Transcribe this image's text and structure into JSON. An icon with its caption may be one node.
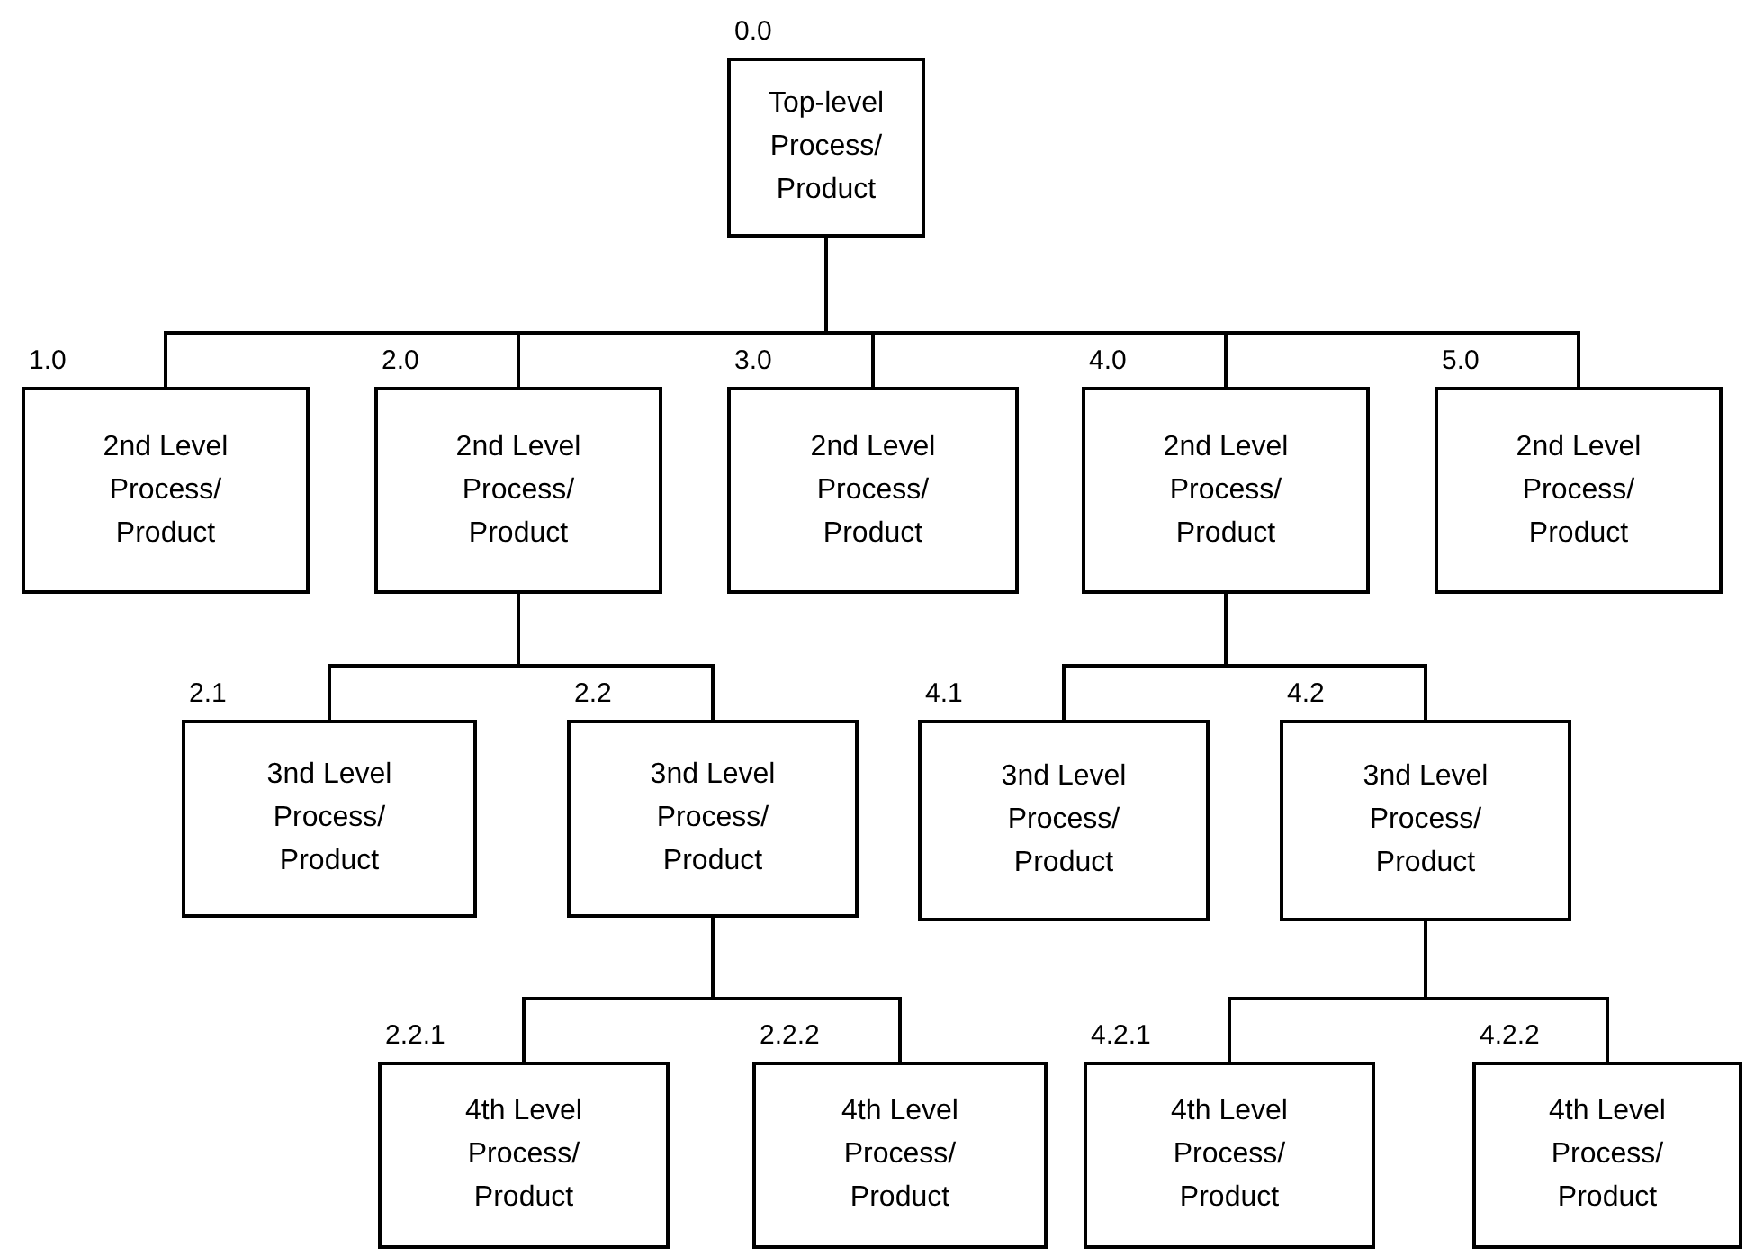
{
  "diagram": {
    "nodes": [
      {
        "text": [
          "Top-level Process/ Product"
        ],
        "beside": [
          "0.0"
        ]
      },
      {
        "text": [
          "2nd Level Process/ Product"
        ],
        "beside": [
          "1.0"
        ]
      },
      {
        "text": [
          "2nd Level Process/ Product"
        ],
        "beside": [
          "2.0"
        ]
      },
      {
        "text": [
          "2nd Level Process/ Product"
        ],
        "beside": [
          "3.0"
        ]
      },
      {
        "text": [
          "2nd Level Process/ Product"
        ],
        "beside": [
          "4.0"
        ]
      },
      {
        "text": [
          "2nd Level Process/ Product"
        ],
        "beside": [
          "5.0"
        ]
      },
      {
        "text": [
          "3nd Level Process/ Product"
        ],
        "beside": [
          "2.1"
        ]
      },
      {
        "text": [
          "3nd Level Process/ Product"
        ],
        "beside": [
          "2.2"
        ]
      },
      {
        "text": [
          "3nd Level Process/ Product"
        ],
        "beside": [
          "4.1"
        ]
      },
      {
        "text": [
          "3nd Level Process/ Product"
        ],
        "beside": [
          "4.2"
        ]
      },
      {
        "text": [
          "4th Level Process/ Product"
        ],
        "beside": [
          "2.2.1"
        ]
      },
      {
        "text": [
          "4th Level Process/ Product"
        ],
        "beside": [
          "2.2.2"
        ]
      },
      {
        "text": [
          "4th Level Process/ Product"
        ],
        "beside": [
          "4.2.1"
        ]
      },
      {
        "text": [
          "4th Level Process/ Product"
        ],
        "beside": [
          "4.2.2"
        ]
      }
    ],
    "edges": [
      {
        "from": 0,
        "to": 1,
        "arrow": "none"
      },
      {
        "from": 0,
        "to": 2,
        "arrow": "none"
      },
      {
        "from": 0,
        "to": 3,
        "arrow": "none"
      },
      {
        "from": 0,
        "to": 4,
        "arrow": "none"
      },
      {
        "from": 0,
        "to": 5,
        "arrow": "none"
      },
      {
        "from": 2,
        "to": 6,
        "arrow": "none"
      },
      {
        "from": 2,
        "to": 7,
        "arrow": "none"
      },
      {
        "from": 4,
        "to": 8,
        "arrow": "none"
      },
      {
        "from": 4,
        "to": 9,
        "arrow": "none"
      },
      {
        "from": 7,
        "to": 10,
        "arrow": "none"
      },
      {
        "from": 7,
        "to": 11,
        "arrow": "none"
      },
      {
        "from": 9,
        "to": 12,
        "arrow": "none"
      },
      {
        "from": 9,
        "to": 13,
        "arrow": "none"
      }
    ]
  }
}
